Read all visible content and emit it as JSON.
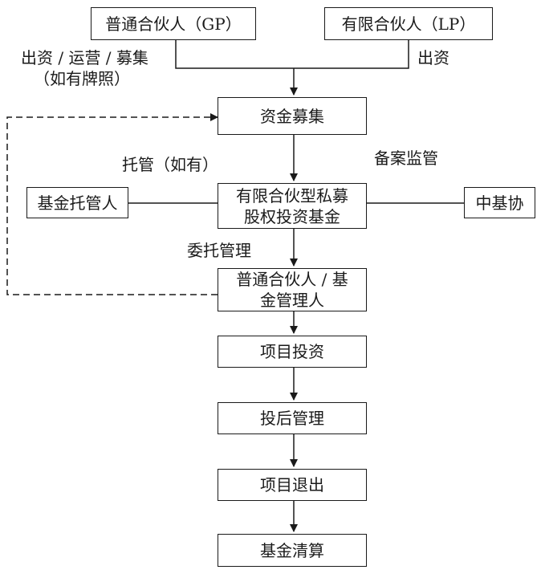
{
  "nodes": {
    "gp": "普通合伙人（GP）",
    "lp": "有限合伙人（LP）",
    "fundraising": "资金募集",
    "fund": "有限合伙型私募\n股权投资基金",
    "custodian": "基金托管人",
    "amac": "中基协",
    "manager": "普通合伙人 / 基\n金管理人",
    "investment": "项目投资",
    "post_investment": "投后管理",
    "exit": "项目退出",
    "liquidation": "基金清算"
  },
  "edge_labels": {
    "gp_contribution_line1": "出资 / 运营 / 募集",
    "gp_contribution_line2": "（如有牌照）",
    "lp_contribution": "出资",
    "custody": "托管（如有）",
    "filing_supervision": "备案监管",
    "entrusted_management": "委托管理"
  }
}
